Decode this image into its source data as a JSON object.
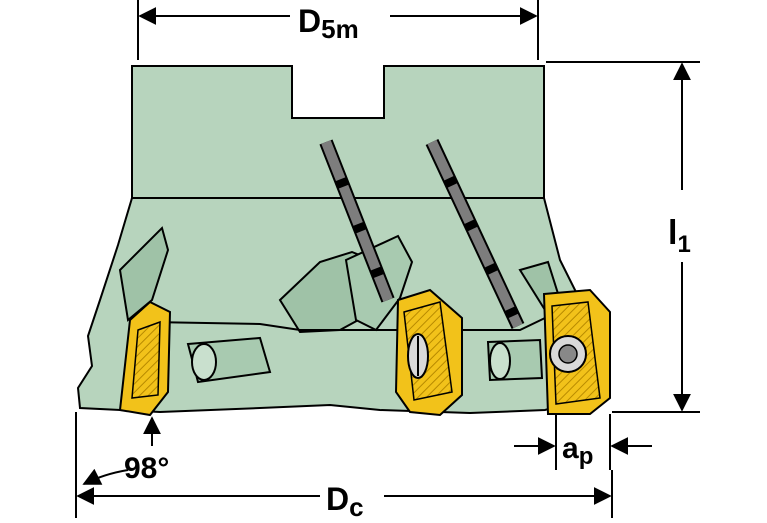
{
  "labels": {
    "d5m_main": "D",
    "d5m_sub": "5m",
    "l1_main": "l",
    "l1_sub": "1",
    "ap_main": "a",
    "ap_sub": "p",
    "angle": "98°",
    "dc_main": "D",
    "dc_sub": "c"
  },
  "colors": {
    "body": "#b7d4bd",
    "body_dark": "#8fb298",
    "outline": "#000000",
    "insert": "#f2c21a",
    "insert_dark": "#b88a00",
    "coolant": "#7d7d7d"
  }
}
